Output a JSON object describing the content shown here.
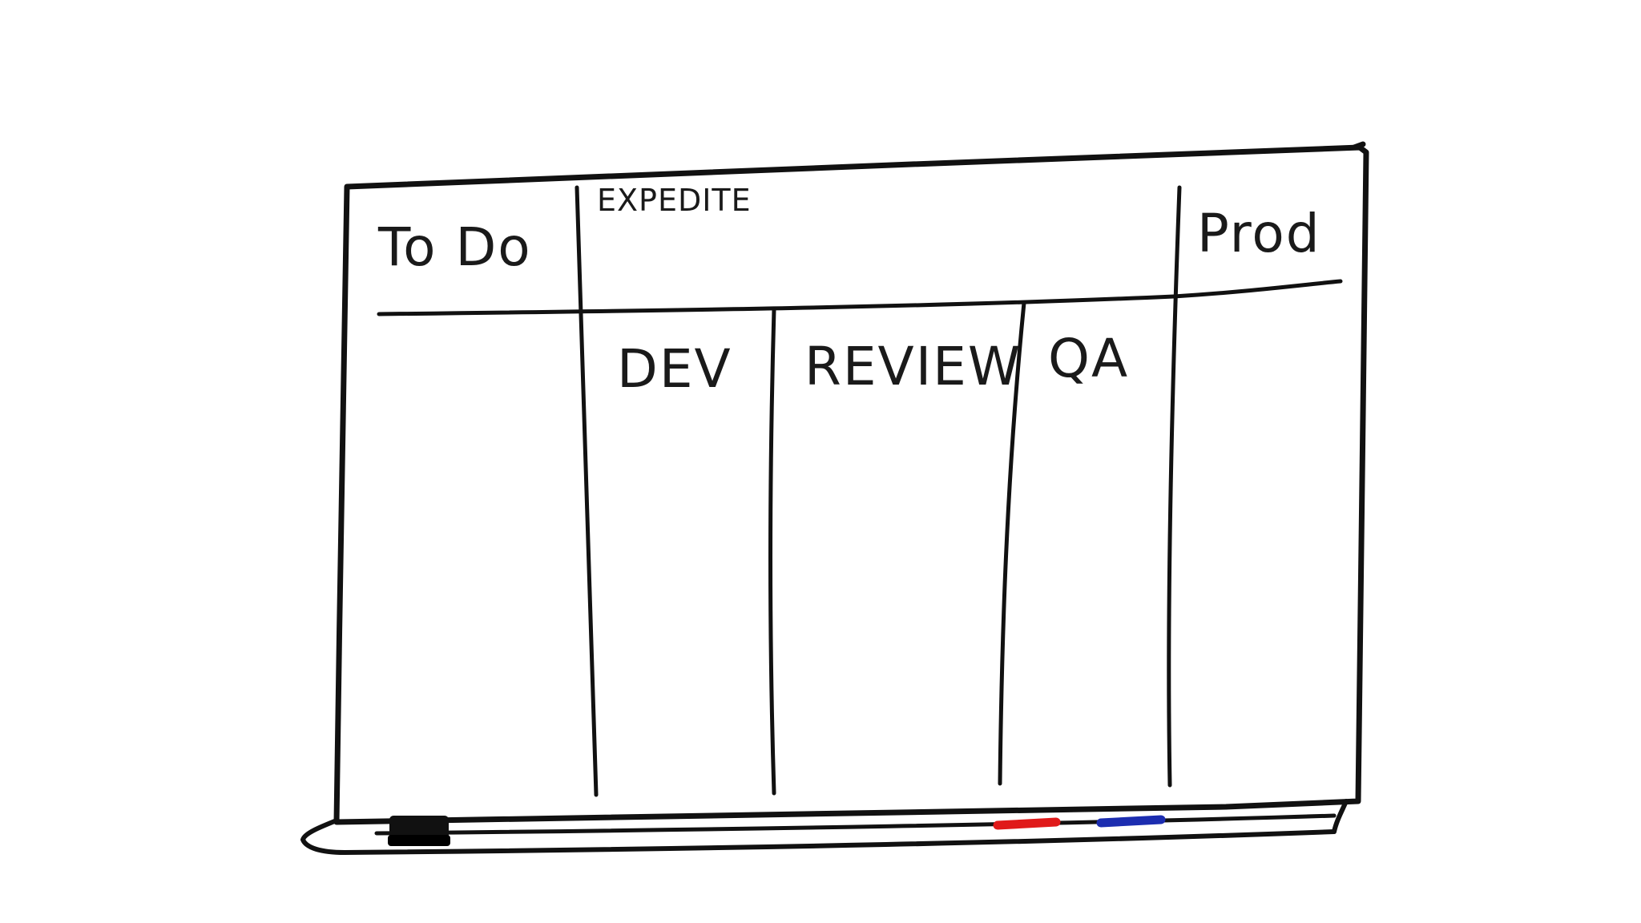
{
  "board": {
    "columns": {
      "todo": "To Do",
      "expedite": "EXPEDITE",
      "prod": "Prod",
      "dev": "DEV",
      "review": "REVIEW",
      "qa": "QA"
    },
    "ink": "#111111",
    "markers": [
      {
        "name": "eraser",
        "color": "#111111"
      },
      {
        "name": "red-marker",
        "color": "#e01a1a"
      },
      {
        "name": "blue-marker",
        "color": "#1c2db0"
      }
    ]
  }
}
